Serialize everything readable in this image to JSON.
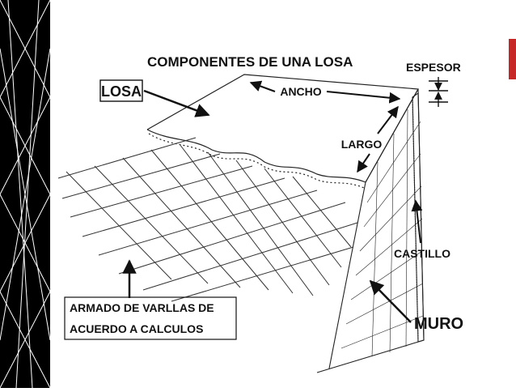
{
  "slide": {
    "accent_color": "#c62828",
    "sidebar_color": "#000000"
  },
  "diagram": {
    "title": "COMPONENTES DE UNA LOSA",
    "labels": {
      "losa": "LOSA",
      "ancho": "ANCHO",
      "espesor": "ESPESOR",
      "largo": "LARGO",
      "castillo": "CASTILLO",
      "muro": "MURO",
      "armado_line1": "ARMADO DE VARLLAS DE",
      "armado_line2": "ACUERDO A CALCULOS"
    }
  }
}
